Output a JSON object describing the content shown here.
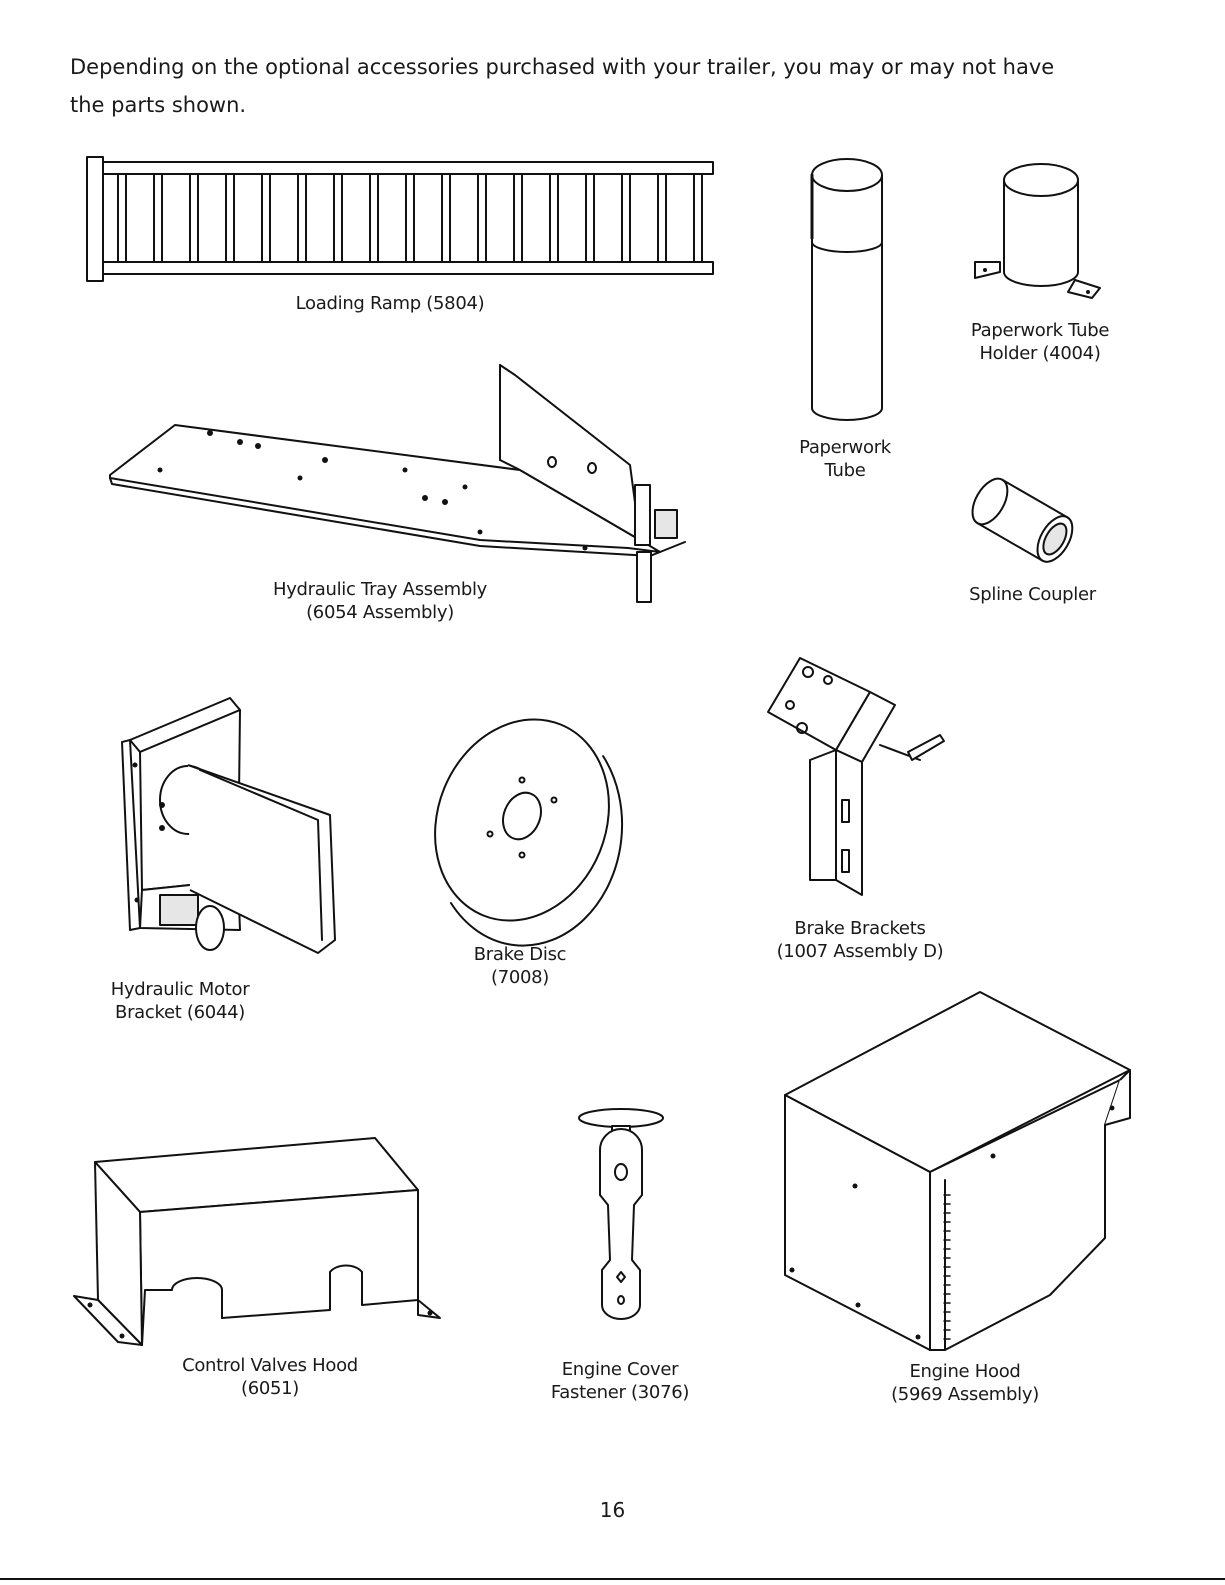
{
  "intro": {
    "line1": "Depending on the optional accessories purchased with your trailer, you may or may not have",
    "line2": "the parts shown."
  },
  "parts": {
    "loading_ramp": {
      "label": "Loading Ramp (5804)"
    },
    "paperwork_tube": {
      "line1": "Paperwork",
      "line2": "Tube"
    },
    "paperwork_tube_holder": {
      "line1": "Paperwork Tube",
      "line2": "Holder (4004)"
    },
    "hydraulic_tray": {
      "line1": "Hydraulic Tray Assembly",
      "line2": "(6054 Assembly)"
    },
    "spline_coupler": {
      "label": "Spline Coupler"
    },
    "hydraulic_motor_bracket": {
      "line1": "Hydraulic Motor",
      "line2": "Bracket (6044)"
    },
    "brake_disc": {
      "line1": "Brake Disc",
      "line2": "(7008)"
    },
    "brake_brackets": {
      "line1": "Brake Brackets",
      "line2": "(1007 Assembly D)"
    },
    "control_valves_hood": {
      "line1": "Control Valves Hood",
      "line2": "(6051)"
    },
    "engine_cover_fastener": {
      "line1": "Engine Cover",
      "line2": "Fastener (3076)"
    },
    "engine_hood": {
      "line1": "Engine Hood",
      "line2": "(5969 Assembly)"
    }
  },
  "page_number": "16"
}
